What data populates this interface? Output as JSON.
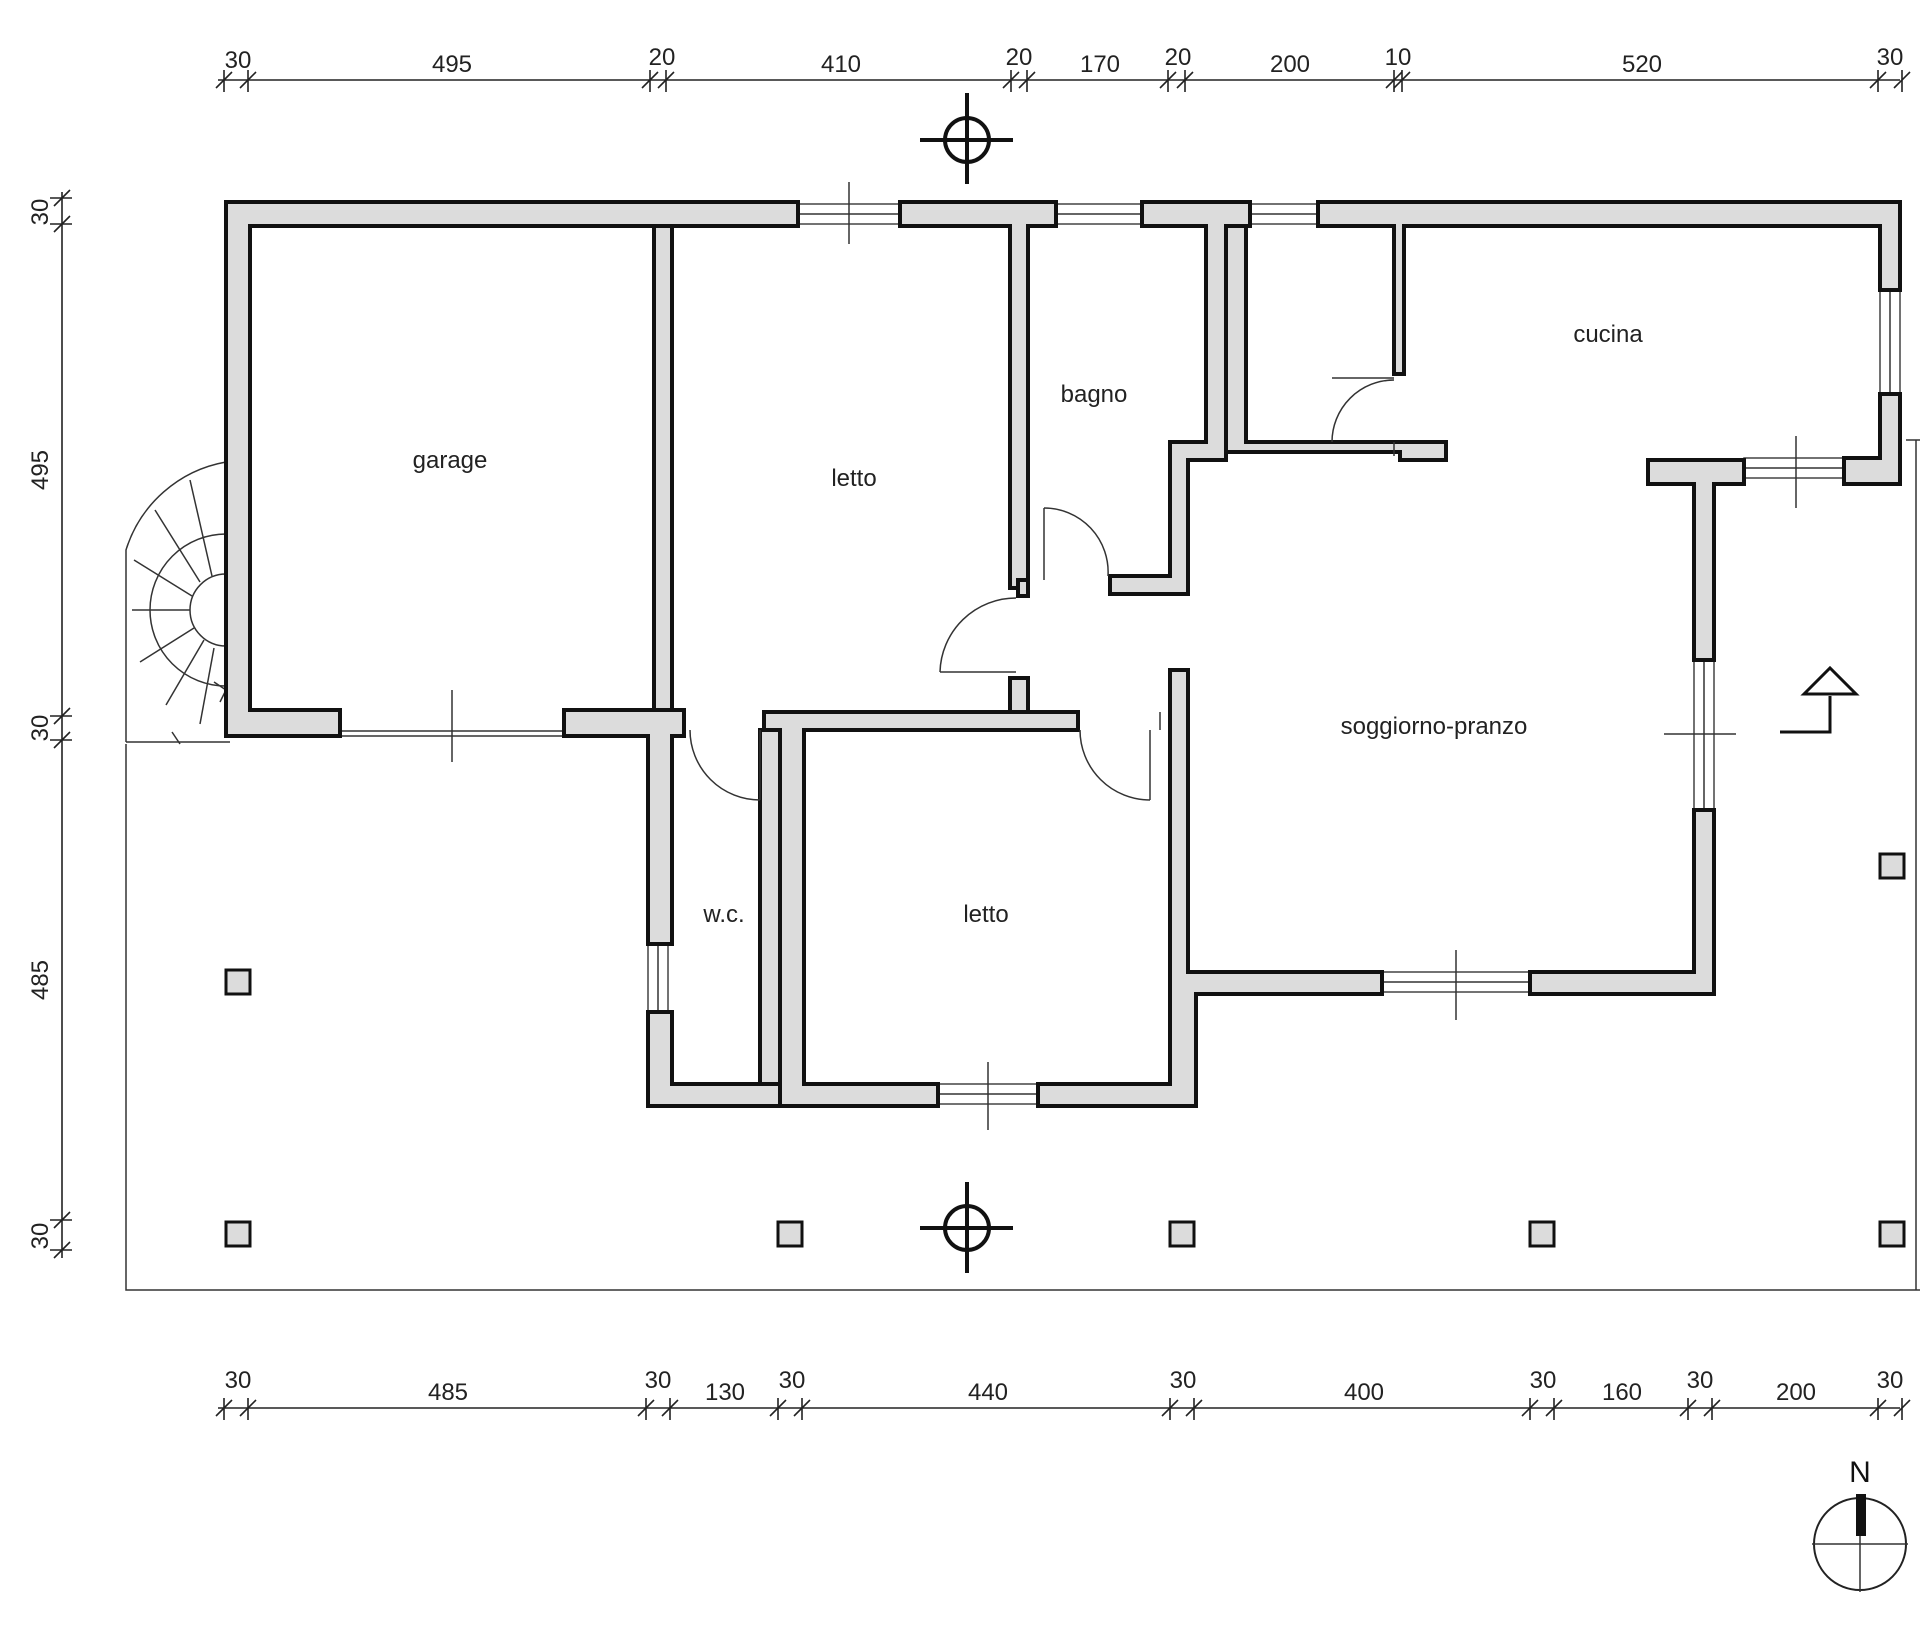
{
  "dimensions": {
    "top": [
      "30",
      "495",
      "20",
      "410",
      "20",
      "170",
      "20",
      "200",
      "10",
      "520",
      "30"
    ],
    "bottom": [
      "30",
      "485",
      "30",
      "130",
      "30",
      "440",
      "30",
      "400",
      "30",
      "160",
      "30",
      "200",
      "30"
    ],
    "left": [
      "30",
      "495",
      "30",
      "485",
      "30"
    ]
  },
  "rooms": {
    "garage": "garage",
    "letto_1": "letto",
    "bagno": "bagno",
    "cucina": "cucina",
    "soggiorno": "soggiorno-pranzo",
    "wc": "w.c.",
    "letto_2": "letto"
  },
  "compass": {
    "north_label": "N"
  }
}
